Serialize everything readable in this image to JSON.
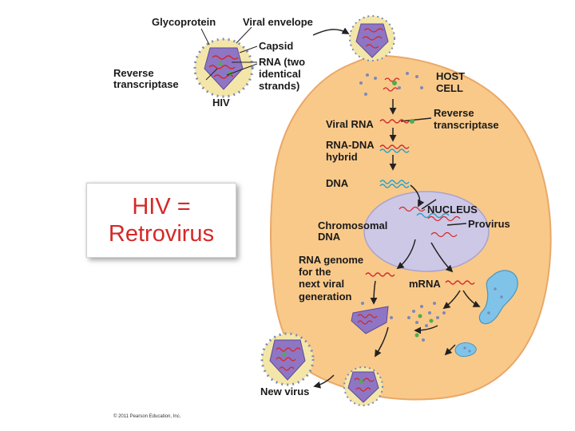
{
  "title_box": {
    "line1": "HIV =",
    "line2": "Retrovirus"
  },
  "labels": {
    "glycoprotein": "Glycoprotein",
    "viral_envelope": "Viral envelope",
    "capsid": "Capsid",
    "rna_two_1": "RNA (two",
    "rna_two_2": "identical",
    "rna_two_3": "strands)",
    "reverse_transcriptase_1": "Reverse",
    "reverse_transcriptase_2": "transcriptase",
    "hiv": "HIV",
    "host_cell_1": "HOST",
    "host_cell_2": "CELL",
    "viral_rna": "Viral RNA",
    "rt_inside_1": "Reverse",
    "rt_inside_2": "transcriptase",
    "rna_dna_1": "RNA-DNA",
    "rna_dna_2": "hybrid",
    "dna": "DNA",
    "nucleus": "NUCLEUS",
    "chromosomal_1": "Chromosomal",
    "chromosomal_2": "DNA",
    "provirus": "Provirus",
    "rna_genome_1": "RNA genome",
    "rna_genome_2": "for the",
    "rna_genome_3": "next viral",
    "rna_genome_4": "generation",
    "mrna": "mRNA",
    "new_virus": "New virus",
    "copyright": "© 2011 Pearson Education, Inc."
  },
  "colors": {
    "cell_fill": "#f9c98a",
    "cell_stroke": "#e9a868",
    "nucleus_fill": "#cdc8e6",
    "virion_envelope": "#f4e6a8",
    "capsid": "#8e76c4",
    "rna": "#d42828",
    "dna": "#26a0c8",
    "er": "#7fc4e8",
    "glycoprotein": "#7a8ab8",
    "title_text": "#d62828"
  }
}
